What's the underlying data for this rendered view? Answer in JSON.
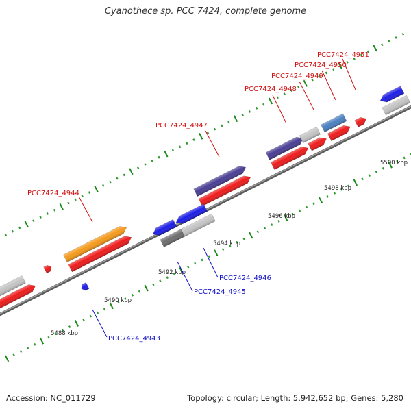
{
  "title": "Cyanothece sp. PCC 7424, complete genome",
  "footer": {
    "accession": "Accession: NC_011729",
    "topology": "Topology: circular; Length: 5,942,652 bp; Genes: 5,280"
  },
  "colors": {
    "backbone": "#808080",
    "tick": "#1a8a1a",
    "dot": "#2e9b2e",
    "label_forward": "#d01010",
    "label_reverse": "#1010c8",
    "gene_red": "#ee1c1c",
    "gene_grey": "#c4c4c4",
    "gene_darkgrey": "#6e6e6e",
    "gene_blue": "#1e1ee6",
    "gene_purple": "#4a3e94",
    "gene_orange": "#f59a1b",
    "gene_steelblue": "#4a80c0"
  },
  "scale": {
    "unit": "kbp",
    "ticks": [
      {
        "kbp": 5488,
        "label": "5488 kbp"
      },
      {
        "kbp": 5490,
        "label": "5490 kbp"
      },
      {
        "kbp": 5492,
        "label": "5492 kbp"
      },
      {
        "kbp": 5494,
        "label": "5494 kbp"
      },
      {
        "kbp": 5496,
        "label": "5496 kbp"
      },
      {
        "kbp": 5498,
        "label": "5498 kbp"
      },
      {
        "kbp": 5500,
        "label": "5500 kbp"
      }
    ]
  },
  "gene_labels": [
    {
      "label": "PCC7424_4943",
      "strand": "reverse"
    },
    {
      "label": "PCC7424_4944",
      "strand": "forward"
    },
    {
      "label": "PCC7424_4945",
      "strand": "reverse"
    },
    {
      "label": "PCC7424_4946",
      "strand": "reverse"
    },
    {
      "label": "PCC7424_4947",
      "strand": "forward"
    },
    {
      "label": "PCC7424_4948",
      "strand": "forward"
    },
    {
      "label": "PCC7424_4949",
      "strand": "forward"
    },
    {
      "label": "PCC7424_4950",
      "strand": "forward"
    },
    {
      "label": "PCC7424_4951",
      "strand": "forward"
    }
  ]
}
